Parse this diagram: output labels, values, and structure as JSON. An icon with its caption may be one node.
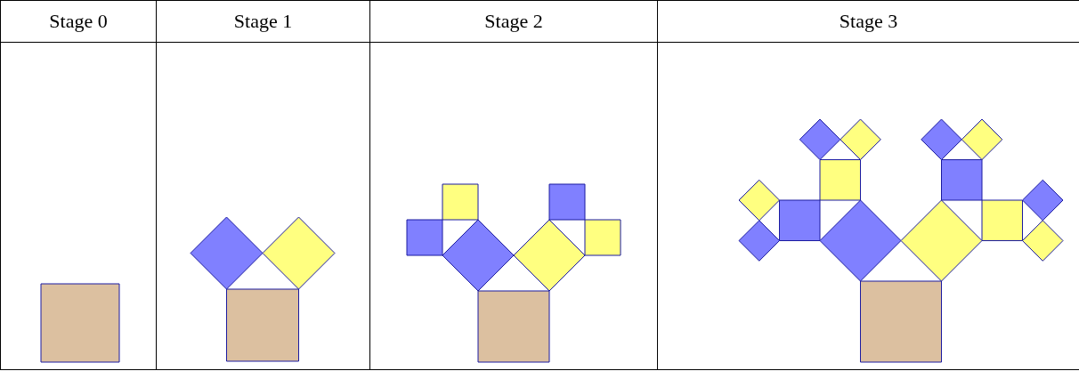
{
  "diagram": {
    "labels": [
      "Stage 0",
      "Stage 1",
      "Stage 2",
      "Stage 3"
    ]
  }
}
